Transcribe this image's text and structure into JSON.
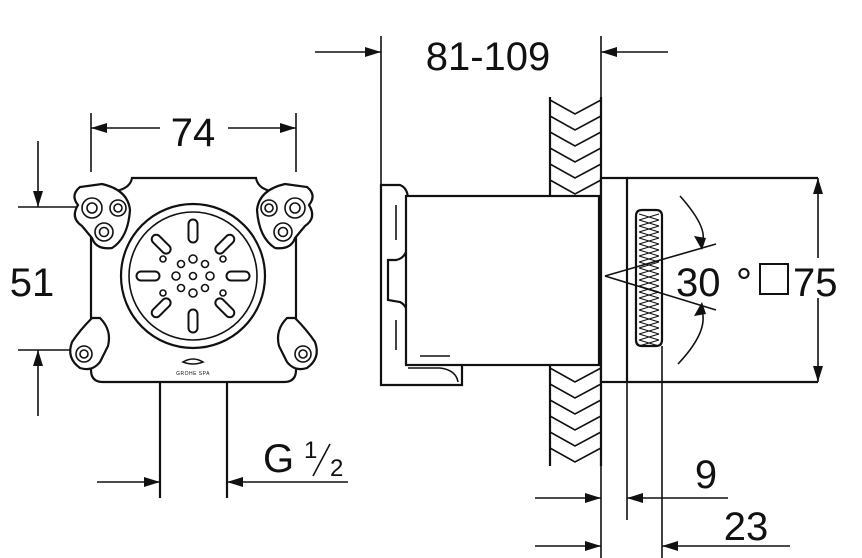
{
  "dimensions": {
    "width_front": "74",
    "height_front": "51",
    "depth_range": "81-109",
    "thread_label": "G",
    "thread_num": "1",
    "thread_den": "2",
    "angle": "30",
    "angle_unit": "°",
    "square_size": "75",
    "panel_thickness": "9",
    "offset": "23"
  },
  "logo": {
    "text": "GROHE SPA"
  }
}
